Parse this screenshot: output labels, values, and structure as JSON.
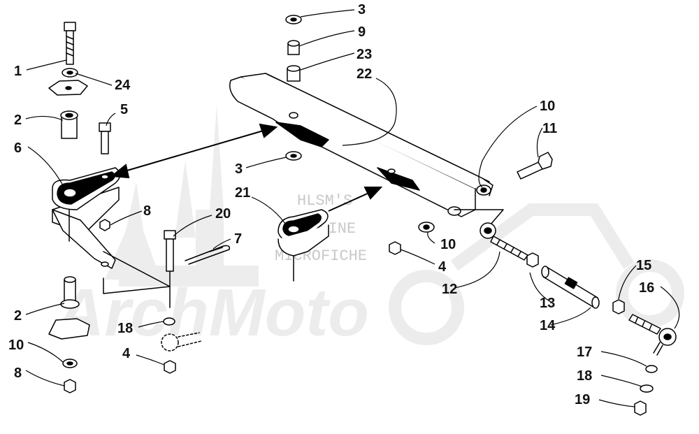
{
  "watermark": {
    "lines": [
      "HLSM'S",
      "ONLINE",
      "MICROFICHE"
    ],
    "brand": "ArchMoto"
  },
  "callouts": [
    {
      "id": "c1",
      "label": "1"
    },
    {
      "id": "c24",
      "label": "24"
    },
    {
      "id": "c2a",
      "label": "2"
    },
    {
      "id": "c5",
      "label": "5"
    },
    {
      "id": "c6",
      "label": "6"
    },
    {
      "id": "c8a",
      "label": "8"
    },
    {
      "id": "c20",
      "label": "20"
    },
    {
      "id": "c7",
      "label": "7"
    },
    {
      "id": "c2b",
      "label": "2"
    },
    {
      "id": "c10a",
      "label": "10"
    },
    {
      "id": "c8b",
      "label": "8"
    },
    {
      "id": "c18a",
      "label": "18"
    },
    {
      "id": "c4a",
      "label": "4"
    },
    {
      "id": "c3a",
      "label": "3"
    },
    {
      "id": "c9",
      "label": "9"
    },
    {
      "id": "c23",
      "label": "23"
    },
    {
      "id": "c22",
      "label": "22"
    },
    {
      "id": "c3b",
      "label": "3"
    },
    {
      "id": "c21",
      "label": "21"
    },
    {
      "id": "c10b",
      "label": "10"
    },
    {
      "id": "c4b",
      "label": "4"
    },
    {
      "id": "c12",
      "label": "12"
    },
    {
      "id": "c10c",
      "label": "10"
    },
    {
      "id": "c11",
      "label": "11"
    },
    {
      "id": "c13",
      "label": "13"
    },
    {
      "id": "c14",
      "label": "14"
    },
    {
      "id": "c15",
      "label": "15"
    },
    {
      "id": "c16",
      "label": "16"
    },
    {
      "id": "c17",
      "label": "17"
    },
    {
      "id": "c18b",
      "label": "18"
    },
    {
      "id": "c19",
      "label": "19"
    }
  ]
}
